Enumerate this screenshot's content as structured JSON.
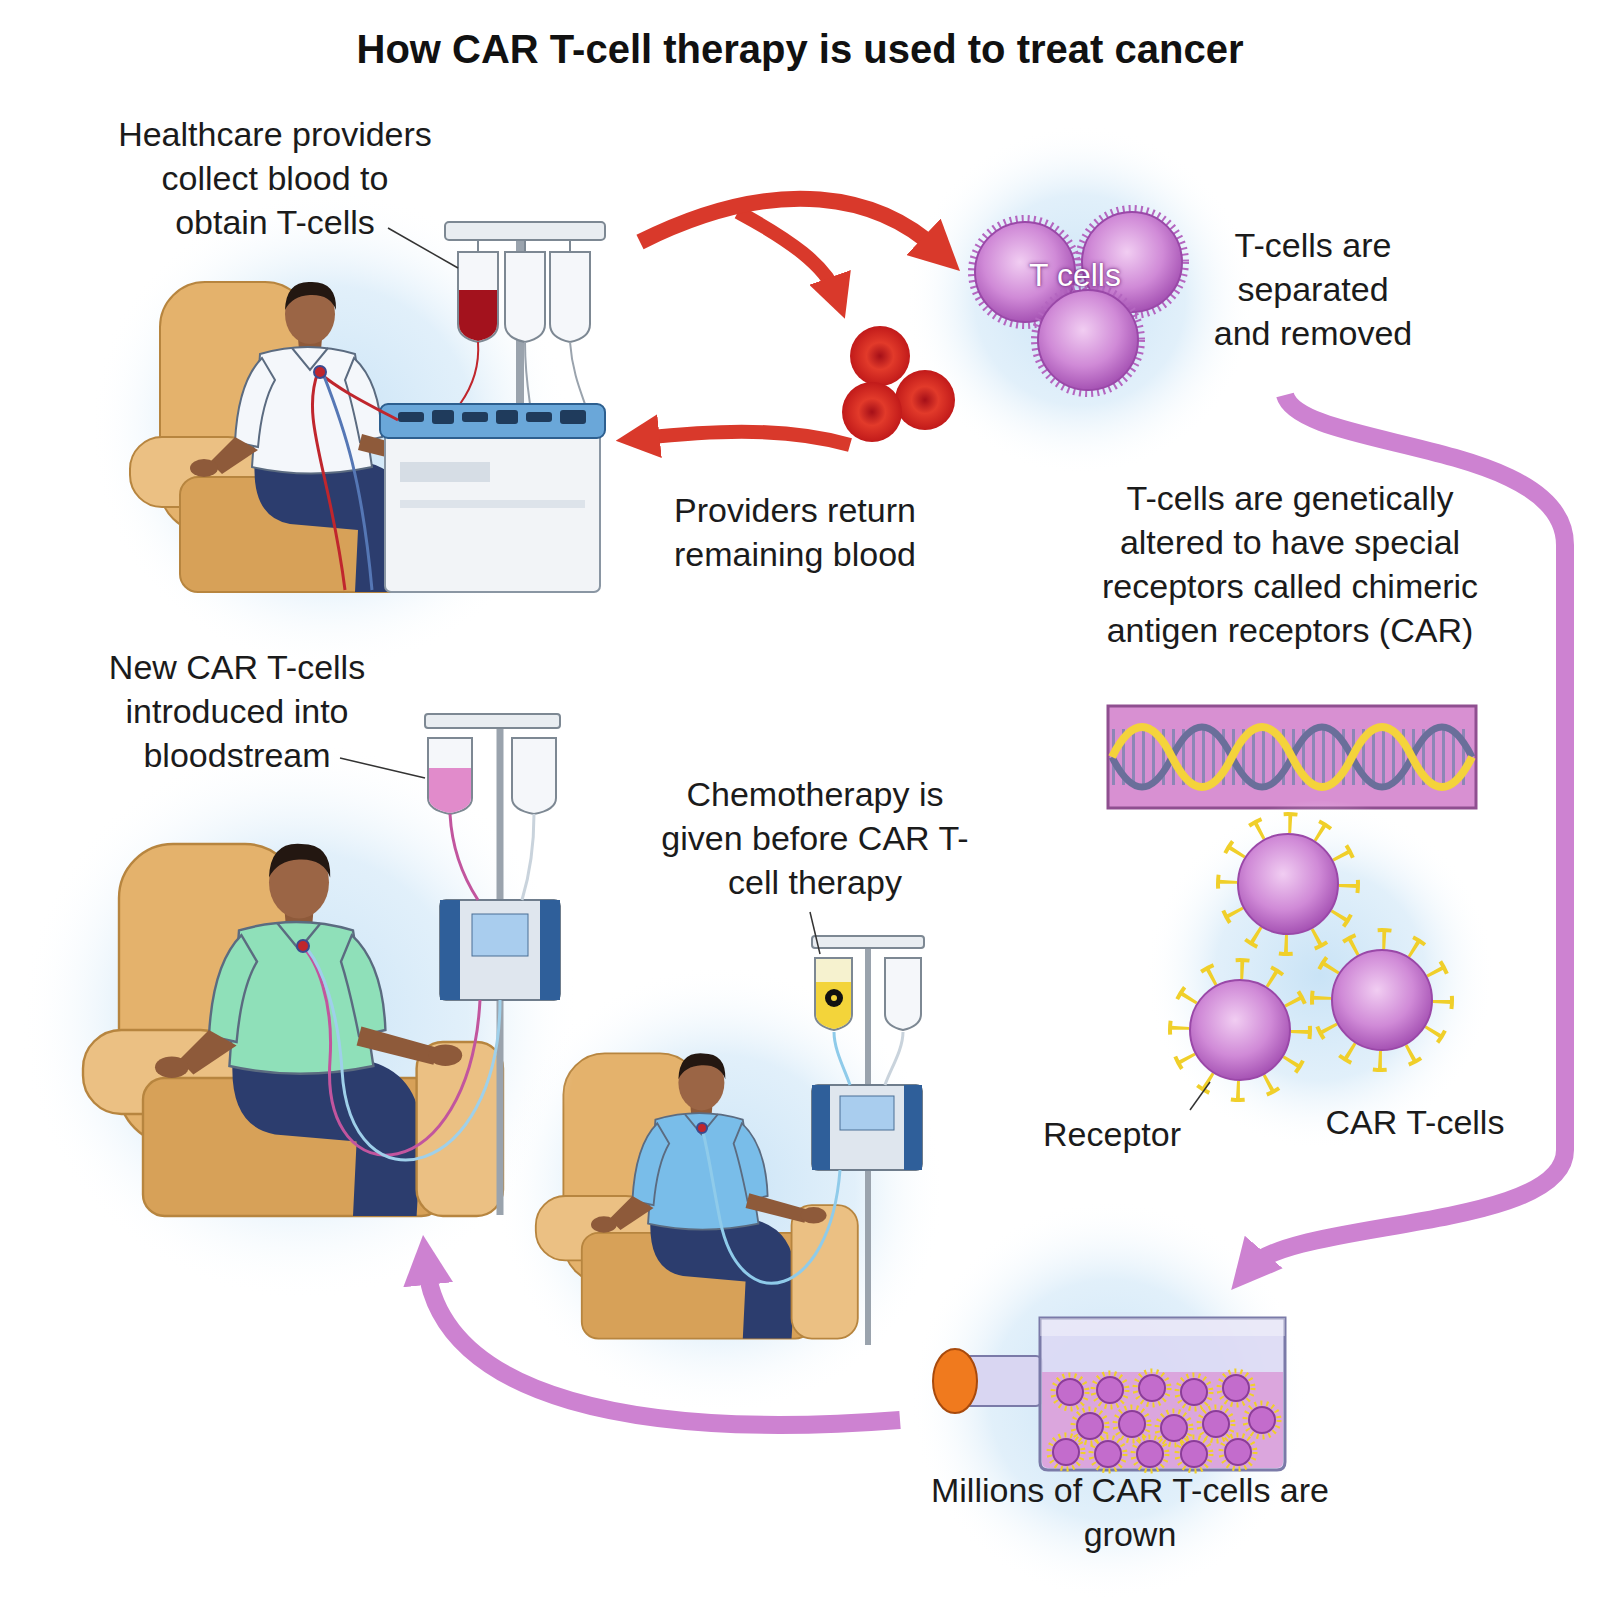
{
  "diagram": {
    "title": "How CAR T-cell therapy is used to treat cancer",
    "nodes": [
      {
        "text": [
          "Healthcare providers collect blood to obtain T-cells"
        ]
      },
      {
        "text": [
          "T cells",
          "T-cells are separated and removed"
        ]
      },
      {
        "text": [
          "T-cells are genetically altered to have special receptors called chimeric antigen receptors (CAR)"
        ]
      },
      {
        "text": [
          "Millions of CAR T-cells are grown"
        ]
      },
      {
        "text": [
          "Chemotherapy is given before CAR T-cell therapy"
        ]
      },
      {
        "text": [
          "New CAR T-cells introduced into bloodstream"
        ]
      }
    ],
    "edges": [
      {
        "from": 0,
        "to": 1,
        "arrow": "to"
      },
      {
        "from": 1,
        "to": 3,
        "arrow": "to"
      },
      {
        "from": 3,
        "to": 5,
        "arrow": "to"
      }
    ],
    "labels": [
      "Providers return remaining blood",
      "Receptor",
      "CAR T-cells"
    ]
  }
}
